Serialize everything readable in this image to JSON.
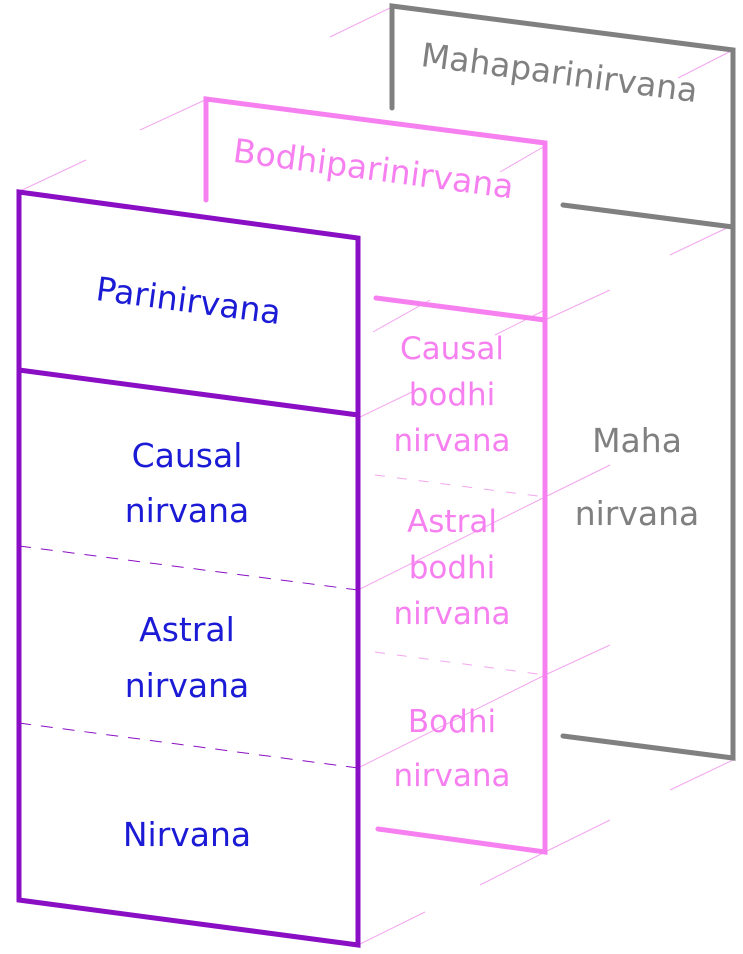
{
  "colors": {
    "front": "#8a0ec4",
    "front_text": "#1b1bd6",
    "middle": "#f680f0",
    "middle_text": "#f680f0",
    "back": "#808080",
    "back_text": "#808080",
    "guide": "#f2a6ee"
  },
  "back_panel": {
    "title": "Mahaparinirvana",
    "body_line1": "Maha",
    "body_line2": "nirvana"
  },
  "middle_panel": {
    "title": "Bodhiparinirvana",
    "layers": [
      {
        "line1": "Causal",
        "line2": "bodhi",
        "line3": "nirvana"
      },
      {
        "line1": "Astral",
        "line2": "bodhi",
        "line3": "nirvana"
      },
      {
        "line1": "Bodhi",
        "line2": "nirvana"
      }
    ]
  },
  "front_panel": {
    "title": "Parinirvana",
    "layers": [
      {
        "line1": "Causal",
        "line2": "nirvana"
      },
      {
        "line1": "Astral",
        "line2": "nirvana"
      },
      {
        "line1": "Nirvana"
      }
    ]
  }
}
